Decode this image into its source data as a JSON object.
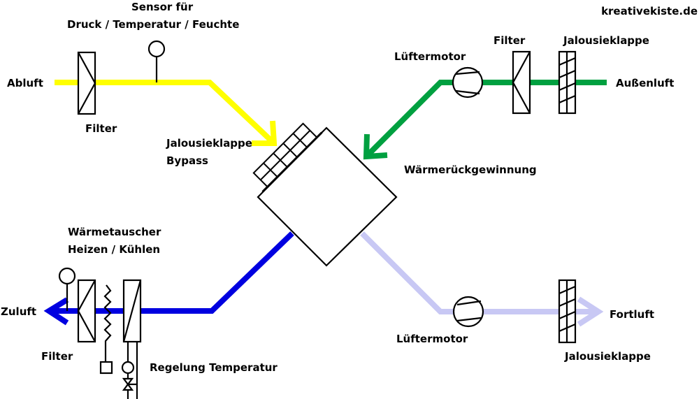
{
  "watermark": "kreativekiste.de",
  "colors": {
    "abluft": "#ffff00",
    "aussenluft": "#00a040",
    "zuluft": "#0000e0",
    "fortluft": "#c8c8f4",
    "symbol": "#000000"
  },
  "labels": {
    "sensor_line1": "Sensor für",
    "sensor_line2": "Druck / Temperatur / Feuchte",
    "abluft": "Abluft",
    "filter_abluft": "Filter",
    "bypass_line1": "Jalousieklappe",
    "bypass_line2": "Bypass",
    "wrg": "Wärmerückgewinnung",
    "luefter_aussen": "Lüftermotor",
    "filter_aussen": "Filter",
    "klappe_aussen": "Jalousieklappe",
    "aussenluft": "Außenluft",
    "waermetauscher_line1": "Wärmetauscher",
    "waermetauscher_line2": "Heizen / Kühlen",
    "zuluft": "Zuluft",
    "filter_zuluft": "Filter",
    "regelung": "Regelung Temperatur",
    "luefter_fort": "Lüftermotor",
    "fortluft": "Fortluft",
    "klappe_fort": "Jalousieklappe"
  }
}
